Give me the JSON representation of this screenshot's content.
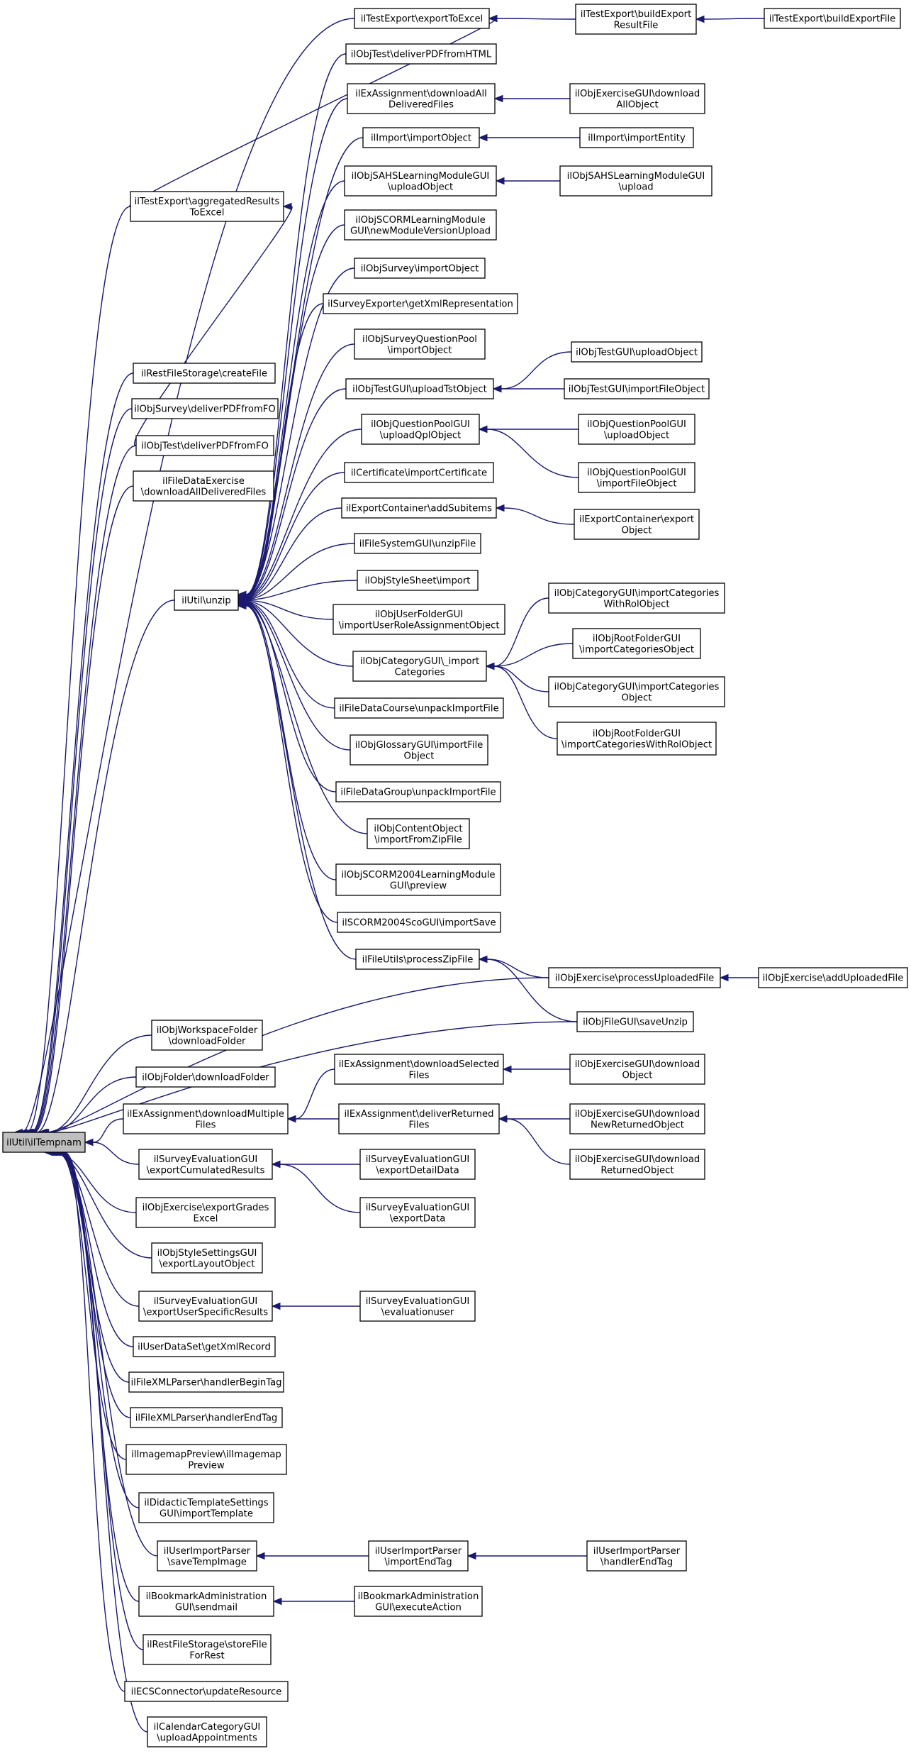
{
  "colors": {
    "edge": "#191970",
    "root_fill": "#bfbfbf",
    "node_fill": "#ffffff",
    "node_border": "#000000"
  },
  "nodes": {
    "root": [
      "ilUtil\\ilTempnam"
    ],
    "te_export": [
      "ilTestExport\\exportToExcel"
    ],
    "te_build": [
      "ilTestExport\\buildExport",
      "ResultFile"
    ],
    "te_buildfile": [
      "ilTestExport\\buildExportFile"
    ],
    "test_deliverhtml": [
      "ilObjTest\\deliverPDFfromHTML"
    ],
    "exa_dlall": [
      "ilExAssignment\\downloadAll",
      "DeliveredFiles"
    ],
    "exgui_dlall": [
      "ilObjExerciseGUI\\download",
      "AllObject"
    ],
    "import_obj": [
      "ilImport\\importObject"
    ],
    "import_entity": [
      "ilImport\\importEntity"
    ],
    "sahs_upload": [
      "ilObjSAHSLearningModuleGUI",
      "\\uploadObject"
    ],
    "sahs_upload2": [
      "ilObjSAHSLearningModuleGUI",
      "\\upload"
    ],
    "scorm_newver": [
      "ilObjSCORMLearningModule",
      "GUI\\newModuleVersionUpload"
    ],
    "survey_import": [
      "ilObjSurvey\\importObject"
    ],
    "te_aggr": [
      "ilTestExport\\aggregatedResults",
      "ToExcel"
    ],
    "survey_exporter": [
      "ilSurveyExporter\\getXmlRepresentation"
    ],
    "sqpool_import": [
      "ilObjSurveyQuestionPool",
      "\\importObject"
    ],
    "testgui_uploadobj": [
      "ilObjTestGUI\\uploadObject"
    ],
    "restfs_create": [
      "ilRestFileStorage\\createFile"
    ],
    "testgui_uploadtst": [
      "ilObjTestGUI\\uploadTstObject"
    ],
    "testgui_importfile": [
      "ilObjTestGUI\\importFileObject"
    ],
    "survey_deliverfo": [
      "ilObjSurvey\\deliverPDFfromFO"
    ],
    "qpl_uploadqpl": [
      "ilObjQuestionPoolGUI",
      "\\uploadQplObject"
    ],
    "qpl_uploadobj": [
      "ilObjQuestionPoolGUI",
      "\\uploadObject"
    ],
    "test_deliverfo": [
      "ilObjTest\\deliverPDFfromFO"
    ],
    "qpl_importfile": [
      "ilObjQuestionPoolGUI",
      "\\importFileObject"
    ],
    "cert_import": [
      "ilCertificate\\importCertificate"
    ],
    "fde_dlall": [
      "ilFileDataExercise",
      "\\downloadAllDeliveredFiles"
    ],
    "expcont_add": [
      "ilExportContainer\\addSubitems"
    ],
    "expcont_export": [
      "ilExportContainer\\export",
      "Object"
    ],
    "fsgui_unzip": [
      "ilFileSystemGUI\\unzipFile"
    ],
    "catgui_withrol": [
      "ilObjCategoryGUI\\importCategories",
      "WithRolObject"
    ],
    "stylesheet_import": [
      "ilObjStyleSheet\\import"
    ],
    "util_unzip": [
      "ilUtil\\unzip"
    ],
    "userfolder_import": [
      "ilObjUserFolderGUI",
      "\\importUserRoleAssignmentObject"
    ],
    "rootgui_catobj": [
      "ilObjRootFolderGUI",
      "\\importCategoriesObject"
    ],
    "catgui_import": [
      "ilObjCategoryGUI\\_import",
      "Categories"
    ],
    "catgui_importobj": [
      "ilObjCategoryGUI\\importCategories",
      "Object"
    ],
    "fdc_unpack": [
      "ilFileDataCourse\\unpackImportFile"
    ],
    "rootgui_withrol": [
      "ilObjRootFolderGUI",
      "\\importCategoriesWithRolObject"
    ],
    "glossary_import": [
      "ilObjGlossaryGUI\\importFile",
      "Object"
    ],
    "fdg_unpack": [
      "ilFileDataGroup\\unpackImportFile"
    ],
    "content_import": [
      "ilObjContentObject",
      "\\importFromZipFile"
    ],
    "scorm2004_preview": [
      "ilObjSCORM2004LearningModule",
      "GUI\\preview"
    ],
    "sco_import": [
      "ilSCORM2004ScoGUI\\importSave"
    ],
    "fileutils_zip": [
      "ilFileUtils\\processZipFile"
    ],
    "ex_process": [
      "ilObjExercise\\processUploadedFile"
    ],
    "ex_addup": [
      "ilObjExercise\\addUploadedFile"
    ],
    "filegui_unzip": [
      "ilObjFileGUI\\saveUnzip"
    ],
    "ws_dlfolder": [
      "ilObjWorkspaceFolder",
      "\\downloadFolder"
    ],
    "folder_dl": [
      "ilObjFolder\\downloadFolder"
    ],
    "exa_dlsel": [
      "ilExAssignment\\downloadSelected",
      "Files"
    ],
    "exgui_dlobj": [
      "ilObjExerciseGUI\\download",
      "Object"
    ],
    "exa_dlmult": [
      "ilExAssignment\\downloadMultiple",
      "Files"
    ],
    "exa_delret": [
      "ilExAssignment\\deliverReturned",
      "Files"
    ],
    "exgui_dlnewret": [
      "ilObjExerciseGUI\\download",
      "NewReturnedObject"
    ],
    "seg_cumul": [
      "ilSurveyEvaluationGUI",
      "\\exportCumulatedResults"
    ],
    "seg_detail": [
      "ilSurveyEvaluationGUI",
      "\\exportDetailData"
    ],
    "exgui_dlret": [
      "ilObjExerciseGUI\\download",
      "ReturnedObject"
    ],
    "ex_grades": [
      "ilObjExercise\\exportGrades",
      "Excel"
    ],
    "seg_data": [
      "ilSurveyEvaluationGUI",
      "\\exportData"
    ],
    "style_export": [
      "ilObjStyleSettingsGUI",
      "\\exportLayoutObject"
    ],
    "seg_user": [
      "ilSurveyEvaluationGUI",
      "\\exportUserSpecificResults"
    ],
    "seg_evaluser": [
      "ilSurveyEvaluationGUI",
      "\\evaluationuser"
    ],
    "uds_xml": [
      "ilUserDataSet\\getXmlRecord"
    ],
    "fxp_begin": [
      "ilFileXMLParser\\handlerBeginTag"
    ],
    "fxp_end": [
      "ilFileXMLParser\\handlerEndTag"
    ],
    "imagemap": [
      "ilImagemapPreview\\ilImagemap",
      "Preview"
    ],
    "didactic": [
      "ilDidacticTemplateSettings",
      "GUI\\importTemplate"
    ],
    "uip_save": [
      "ilUserImportParser",
      "\\saveTempImage"
    ],
    "uip_import": [
      "ilUserImportParser",
      "\\importEndTag"
    ],
    "uip_handler": [
      "ilUserImportParser",
      "\\handlerEndTag"
    ],
    "bm_send": [
      "ilBookmarkAdministration",
      "GUI\\sendmail"
    ],
    "bm_exec": [
      "ilBookmarkAdministration",
      "GUI\\executeAction"
    ],
    "restfs_store": [
      "ilRestFileStorage\\storeFile",
      "ForRest"
    ],
    "ecs_update": [
      "ilECSConnector\\updateResource"
    ],
    "cal_upload": [
      "ilCalendarCategoryGUI",
      "\\uploadAppointments"
    ]
  }
}
